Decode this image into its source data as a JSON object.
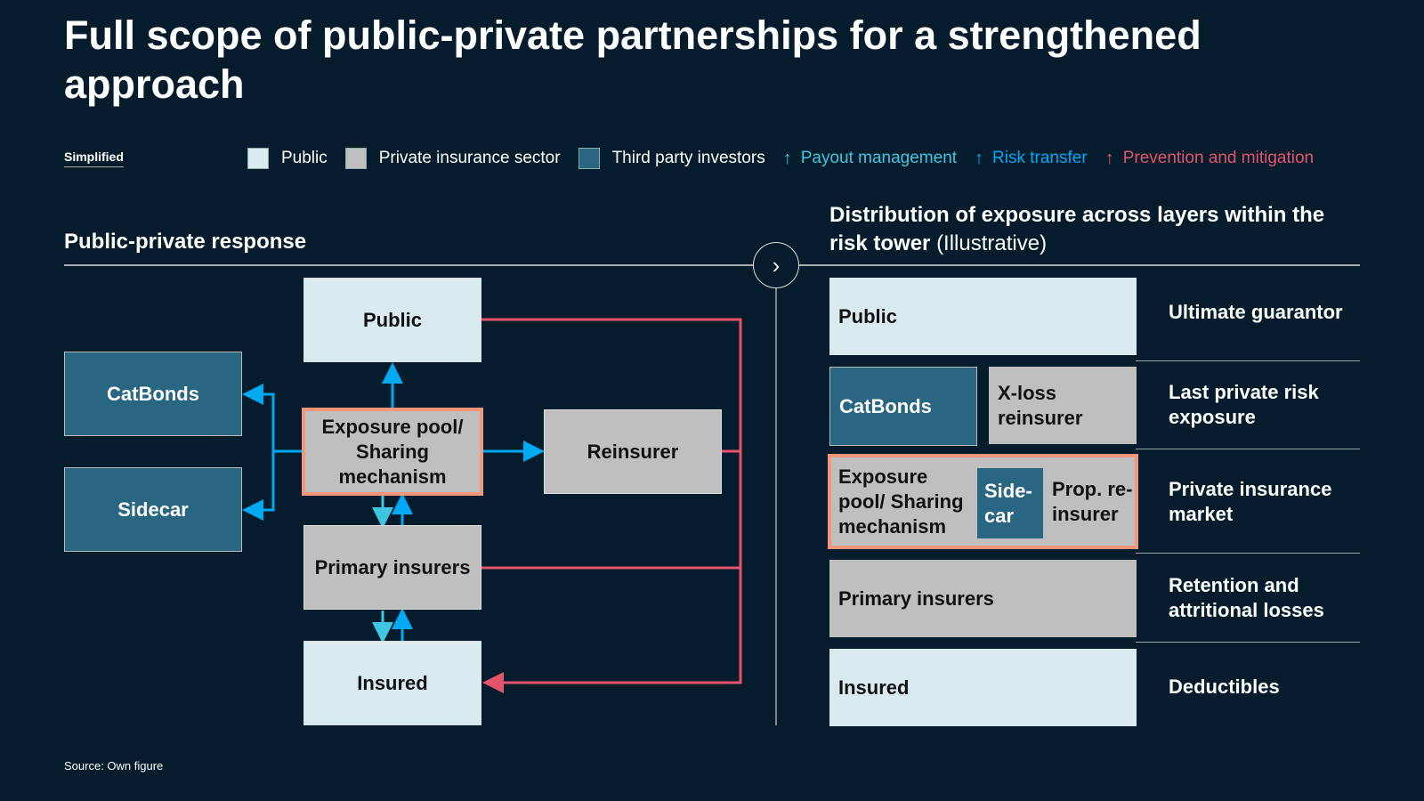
{
  "title": "Full scope of public-private partnerships for a strengthened approach",
  "simplified": "Simplified",
  "legend": {
    "public": "Public",
    "private": "Private insurance sector",
    "third": "Third party investors",
    "payout": "Payout management",
    "risk": "Risk transfer",
    "prevention": "Prevention and mitigation"
  },
  "colors": {
    "background": "#051c2c",
    "public": "#d9ebf1",
    "private": "#bfbfbf",
    "third": "#296681",
    "payout": "#3fc6e0",
    "risk": "#00a9f4",
    "prevention": "#e5546c",
    "highlight": "#f4967a"
  },
  "left": {
    "heading": "Public-private response",
    "public": "Public",
    "catbonds": "CatBonds",
    "sidecar": "Sidecar",
    "pool": "Exposure pool/ Sharing mechanism",
    "reinsurer": "Reinsurer",
    "primary": "Primary insurers",
    "insured": "Insured"
  },
  "right": {
    "heading_bold": "Distribution of exposure across layers within the risk tower",
    "heading_light": "(Illustrative)",
    "public": "Public",
    "catbonds": "CatBonds",
    "xloss": "X-loss reinsurer",
    "pool": "Exposure pool/ Sharing mechanism",
    "sidecar": "Side-car",
    "prop": "Prop. re-insurer",
    "primary": "Primary insurers",
    "insured": "Insured",
    "labels": [
      "Ultimate guarantor",
      "Last private risk exposure",
      "Private insurance market",
      "Retention and attritional losses",
      "Deductibles"
    ]
  },
  "source": "Source: Own figure"
}
